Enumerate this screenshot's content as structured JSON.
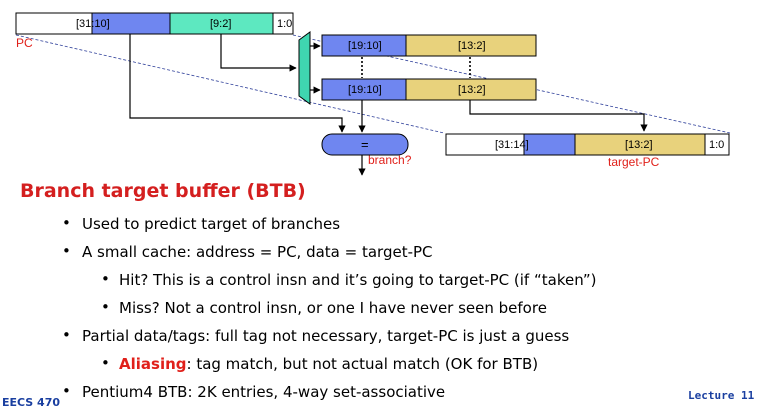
{
  "diagram": {
    "pc": {
      "label": "PC",
      "fields": [
        "[31:10]",
        "[9:2]",
        "1:0"
      ]
    },
    "btb_row1": [
      "[19:10]",
      "[13:2]"
    ],
    "btb_row2": [
      "[19:10]",
      "[13:2]"
    ],
    "comparator_symbol": "=",
    "branch_label": "branch?",
    "target": {
      "fields": [
        "[31:14]",
        "[13:2]",
        "1:0"
      ],
      "label": "target-PC"
    }
  },
  "slide": {
    "title": "Branch target buffer (BTB)",
    "bullets": [
      {
        "text": "Used to predict target of branches"
      },
      {
        "text": "A small cache: address = PC, data = target-PC"
      },
      {
        "text": "Hit? This is a control insn and it’s going to target-PC (if “taken”)"
      },
      {
        "text": "Miss? Not a control insn, or one I have never seen before"
      },
      {
        "text": "Partial data/tags: full tag not necessary, target-PC is just a guess"
      },
      {
        "accent": "Aliasing",
        "rest": ": tag match, but not actual match (OK for BTB)"
      },
      {
        "text": "Pentium4 BTB: 2K entries, 4-way set-associative"
      }
    ],
    "footer_left": "EECS 470",
    "footer_right": "Lecture 11"
  },
  "colors": {
    "blue": "#6f86f0",
    "green": "#5de8c0",
    "tan": "#e8d27c",
    "red": "#e0201a",
    "dashed_line": "#2e3f9a"
  }
}
